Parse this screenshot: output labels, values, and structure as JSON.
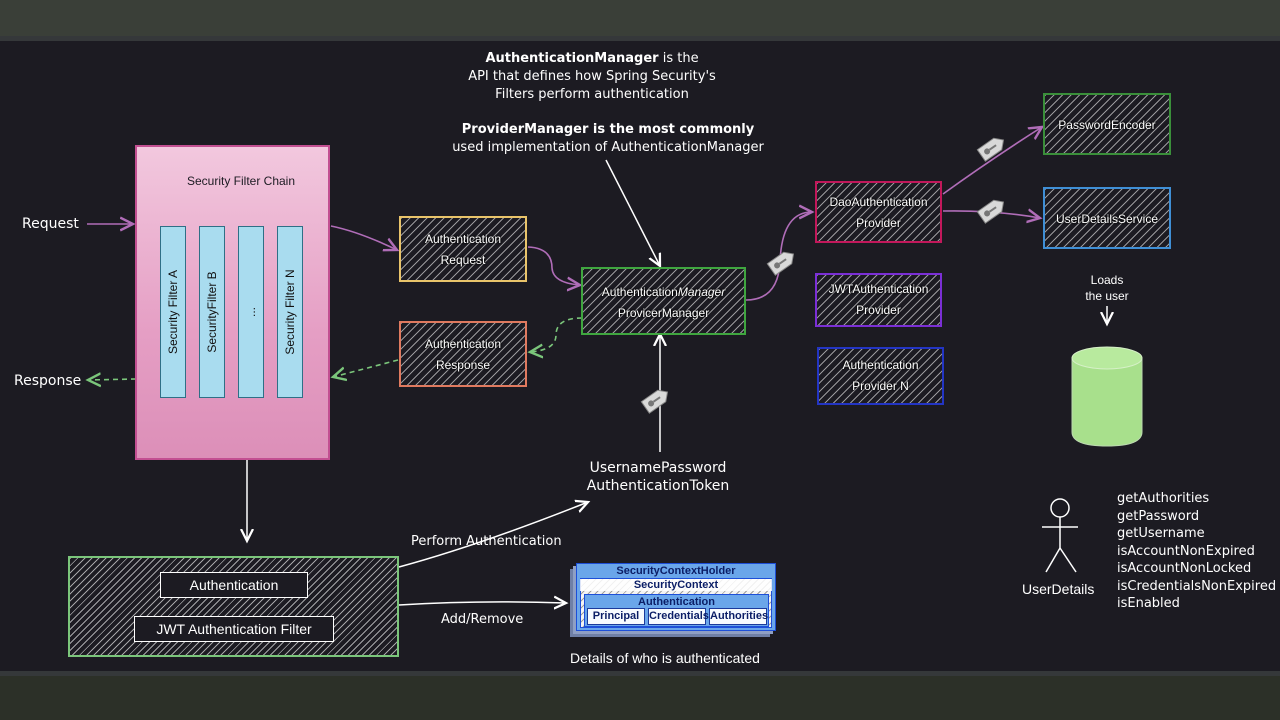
{
  "annotations": {
    "manager_line1_bold": "AuthenticationManager",
    "manager_line1_rest": " is the",
    "manager_line2": "API that defines how Spring Security's",
    "manager_line3": "Filters perform authentication",
    "provider_line1": "ProviderManager is the most commonly",
    "provider_line2": "used implementation of AuthenticationManager"
  },
  "left": {
    "request": "Request",
    "response": "Response"
  },
  "filter_chain": {
    "title": "Security Filter Chain",
    "filters": [
      "Security Filter A",
      "SecurityFilter B",
      "...",
      "Security Filter N"
    ]
  },
  "auth_request": {
    "line1": "Authentication",
    "line2": "Request"
  },
  "auth_response": {
    "line1": "Authentication",
    "line2": "Response"
  },
  "manager_box": {
    "line1_plain": "Authentication",
    "line1_italic": "Manager",
    "line2": "ProvicerManager"
  },
  "providers": {
    "dao": {
      "line1": "DaoAuthentication",
      "line2": "Provider"
    },
    "jwt": {
      "line1": "JWTAuthentication",
      "line2": "Provider"
    },
    "nth": {
      "line1": "Authentication",
      "line2": "Provider N"
    }
  },
  "password_encoder": "PasswordEncoder",
  "user_details_service": "UserDetailsService",
  "loads_user": {
    "line1": "Loads",
    "line2": "the user"
  },
  "token": {
    "line1": "UsernamePassword",
    "line2": "AuthenticationToken"
  },
  "filter_box": {
    "authentication": "Authentication",
    "jwt_filter": "JWT Authentication Filter"
  },
  "edge_labels": {
    "perform": "Perform Authentication",
    "add_remove": "Add/Remove"
  },
  "context": {
    "holder": "SecurityContextHolder",
    "security_context": "SecurityContext",
    "authentication": "Authentication",
    "cells": [
      "Principal",
      "Credentials",
      "Authorities"
    ],
    "caption": "Details of who is authenticated"
  },
  "user_details": {
    "label": "UserDetails",
    "methods": [
      "getAuthorities",
      "getPassword",
      "getUsername",
      "isAccountNonExpired",
      "isAccountNonLocked",
      "isCredentialsNonExpired",
      "isEnabled"
    ]
  },
  "colors": {
    "canvas": "#1c1b22",
    "chain_fill": "#e59ec4",
    "chain_border": "#c24f91",
    "request_border": "#e9c46a",
    "response_border": "#e07a5f",
    "manager_border": "#3fa63f",
    "dao_border": "#c2185b",
    "jwt_border": "#7b2fd6",
    "nth_border": "#2335c4",
    "encoder_border": "#3a8f3a",
    "uds_border": "#3f8fd6",
    "database": "#a8e08c",
    "arrow_purple": "#b06db8",
    "arrow_green": "#7bc67b",
    "context_blue": "#1d4fd8"
  }
}
